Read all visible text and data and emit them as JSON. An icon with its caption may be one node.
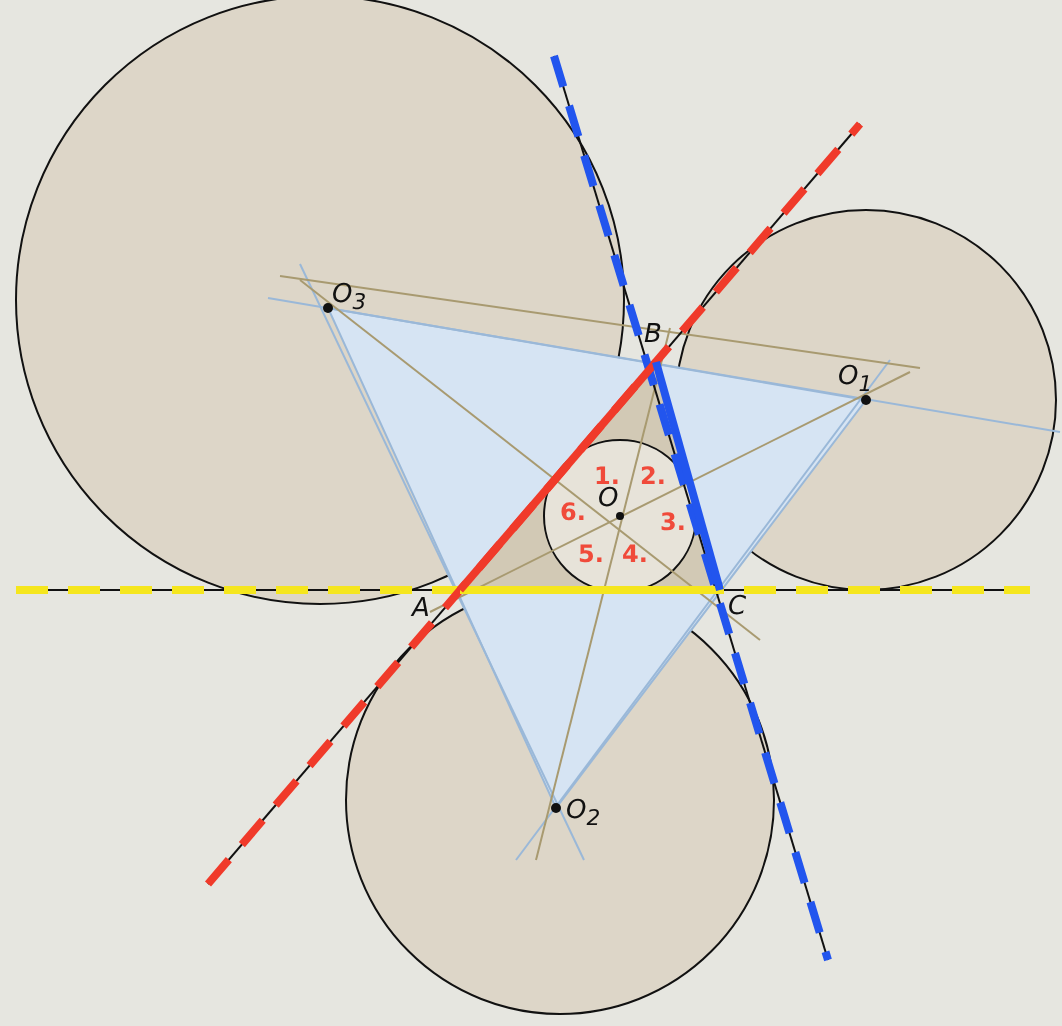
{
  "diagram": {
    "labels": [
      "O$_{3}$",
      "B",
      "O$_{1}$",
      "1.",
      "2.",
      "O",
      "6.",
      "3.",
      "5.",
      "4.",
      "A",
      "C",
      "O$_{2}$"
    ]
  }
}
